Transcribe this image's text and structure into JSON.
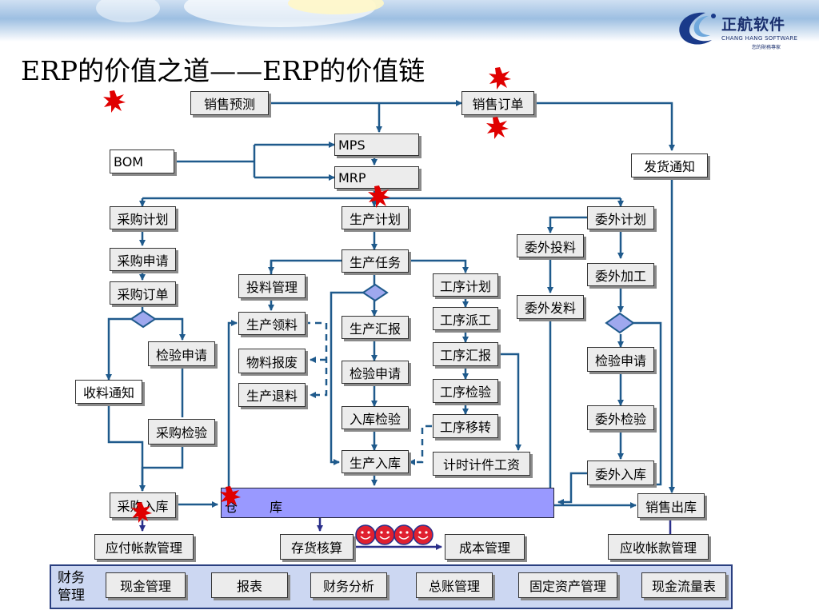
{
  "title": "ERP的价值之道——ERP的价值链",
  "logo": {
    "name": "正航软件",
    "subtitle": "CHANG HANG SOFTWARE",
    "tagline": "您的財務專家"
  },
  "nodes": {
    "sales_forecast": "销售预测",
    "sales_order": "销售订单",
    "mps": "MPS",
    "bom": "BOM",
    "mrp": "MRP",
    "delivery_notice": "发货通知",
    "purchase_plan": "采购计划",
    "production_plan": "生产计划",
    "outsource_plan": "委外计划",
    "purchase_request": "采购申请",
    "production_task": "生产任务",
    "outsource_feed": "委外投料",
    "purchase_order": "采购订单",
    "material_mgmt": "投料管理",
    "process_plan": "工序计划",
    "outsource_process": "委外加工",
    "outsource_issue": "委外发料",
    "production_picking": "生产领料",
    "production_report": "生产汇报",
    "process_dispatch": "工序派工",
    "inspection_request_purchase": "检验申请",
    "material_scrap": "物料报废",
    "process_report": "工序汇报",
    "inspection_request_prod": "检验申请",
    "inspection_request_outsource": "检验申请",
    "receipt_notice": "收料通知",
    "production_return": "生产退料",
    "process_inspection": "工序检验",
    "inbound_inspection": "入库检验",
    "outsource_inspection": "委外检验",
    "process_transfer": "工序移转",
    "purchase_inspection": "采购检验",
    "production_inbound": "生产入库",
    "piece_time_wage": "计时计件工资",
    "outsource_inbound": "委外入库",
    "purchase_inbound": "采购入库",
    "sales_outbound": "销售出库",
    "ap_mgmt": "应付帐款管理",
    "inventory_accounting": "存货核算",
    "cost_mgmt": "成本管理",
    "ar_mgmt": "应收帐款管理"
  },
  "warehouse": {
    "left": "仓",
    "right": "库"
  },
  "finance": {
    "label_line1": "财务",
    "label_line2": "管理",
    "items": [
      "现金管理",
      "报表",
      "财务分析",
      "总账管理",
      "固定资产管理",
      "现金流量表"
    ]
  },
  "colors": {
    "connector": "#1f5a8c",
    "warehouse_fill": "#9999ff",
    "finance_fill": "#ccd7f2",
    "burst": "#e00000",
    "diamond": "#9fa8ee",
    "smiley": "#e02030"
  }
}
